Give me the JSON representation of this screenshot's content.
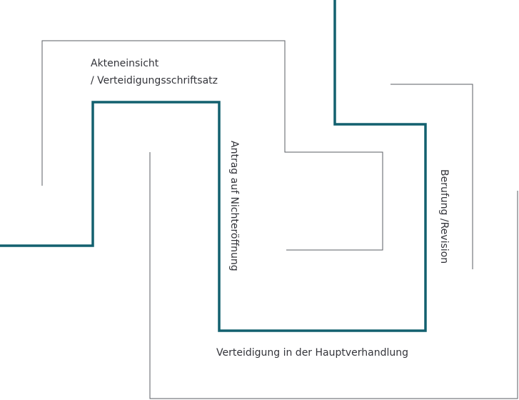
{
  "colors": {
    "accent": "#12606f",
    "thin": "#5a5d63",
    "text": "#33343a"
  },
  "labels": {
    "akteneinsicht": "Akteneinsicht",
    "verteidigungsschriftsatz": "/ Verteidigungsschriftsatz",
    "nichteroeffnung": "Antrag auf Nichteröffnung",
    "berufung": "Berufung /Revision",
    "hauptverhandlung": "Verteidigung in der Hauptverhandlung"
  }
}
